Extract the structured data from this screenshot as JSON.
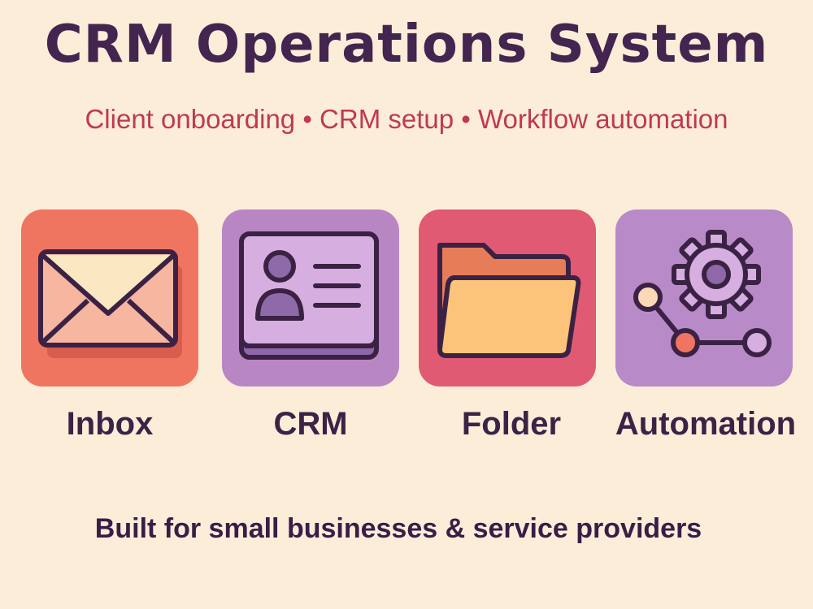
{
  "header": {
    "title": "CRM Operations System",
    "subtitle": "Client onboarding • CRM setup • Workflow automation"
  },
  "tiles": [
    {
      "label": "Inbox",
      "icon": "envelope-icon",
      "color": "#f07561"
    },
    {
      "label": "CRM",
      "icon": "contact-card-icon",
      "color": "#b986c4"
    },
    {
      "label": "Folder",
      "icon": "folder-icon",
      "color": "#e05a73"
    },
    {
      "label": "Automation",
      "icon": "gear-workflow-icon",
      "color": "#b98ac8"
    }
  ],
  "footer": {
    "tagline": "Built for small businesses & service providers"
  },
  "colors": {
    "background": "#fcedd9",
    "title": "#43254f",
    "subtitle": "#c0394f",
    "outline": "#3b2244"
  }
}
